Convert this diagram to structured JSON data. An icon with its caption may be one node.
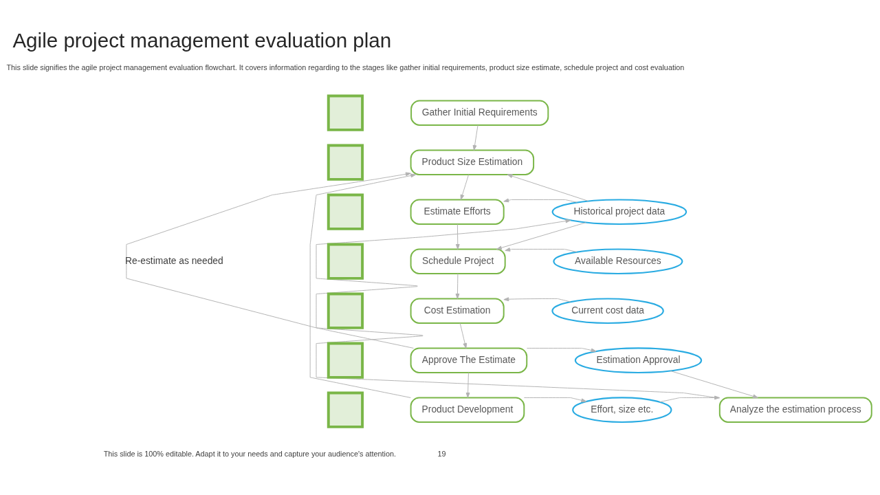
{
  "diagram": {
    "title": "Agile project management evaluation plan",
    "nodes": [
      {
        "text": [
          "Gather Initial Requirements"
        ]
      },
      {
        "text": [
          "Product Size Estimation"
        ]
      },
      {
        "text": [
          "Estimate Efforts"
        ]
      },
      {
        "text": [
          "Schedule Project"
        ]
      },
      {
        "text": [
          "Cost Estimation"
        ]
      },
      {
        "text": [
          "Approve The Estimate"
        ]
      },
      {
        "text": [
          "Product Development"
        ]
      },
      {
        "text": [
          "Historical project data"
        ]
      },
      {
        "text": [
          "Available Resources"
        ]
      },
      {
        "text": [
          "Current cost data"
        ]
      },
      {
        "text": [
          "Estimation Approval"
        ]
      },
      {
        "text": [
          "Effort, size etc."
        ]
      },
      {
        "text": [
          "Analyze the estimation process"
        ]
      },
      {
        "text": [],
        "shape": "box"
      },
      {
        "text": [],
        "shape": "box"
      },
      {
        "text": [],
        "shape": "box"
      },
      {
        "text": [],
        "shape": "box"
      },
      {
        "text": [],
        "shape": "box"
      },
      {
        "text": [],
        "shape": "box"
      },
      {
        "text": [],
        "shape": "box"
      }
    ],
    "edges": [
      {
        "from": 0,
        "to": 1,
        "arrow": "to"
      },
      {
        "from": 1,
        "to": 2,
        "arrow": "to"
      },
      {
        "from": 2,
        "to": 3,
        "arrow": "to"
      },
      {
        "from": 3,
        "to": 4,
        "arrow": "to"
      },
      {
        "from": 4,
        "to": 5,
        "arrow": "to"
      },
      {
        "from": 5,
        "to": 6,
        "arrow": "to"
      },
      {
        "from": 7,
        "to": 1,
        "arrow": "to"
      },
      {
        "from": 7,
        "to": 2,
        "arrow": "to"
      },
      {
        "from": 7,
        "to": 3,
        "arrow": "to"
      },
      {
        "from": 8,
        "to": 3,
        "arrow": "to"
      },
      {
        "from": 9,
        "to": 4,
        "arrow": "to"
      },
      {
        "from": 5,
        "to": 10,
        "arrow": "to"
      },
      {
        "from": 6,
        "to": 11,
        "arrow": "to"
      },
      {
        "from": 10,
        "to": 12,
        "arrow": "to"
      },
      {
        "from": 11,
        "to": 12,
        "arrow": "to"
      },
      {
        "from": 12,
        "to": 7,
        "arrow": "to"
      },
      {
        "from": 5,
        "to": 1,
        "arrow": "to",
        "label": "Re-estimate as needed"
      },
      {
        "from": 6,
        "to": 1,
        "arrow": "to"
      }
    ],
    "labels": [
      "This slide signifies the agile project management evaluation flowchart. It covers information regarding to the stages like gather initial requirements, product size estimate, schedule project and cost evaluation",
      "This slide is 100% editable. Adapt it to your needs and capture your audience's attention.",
      "19"
    ]
  }
}
